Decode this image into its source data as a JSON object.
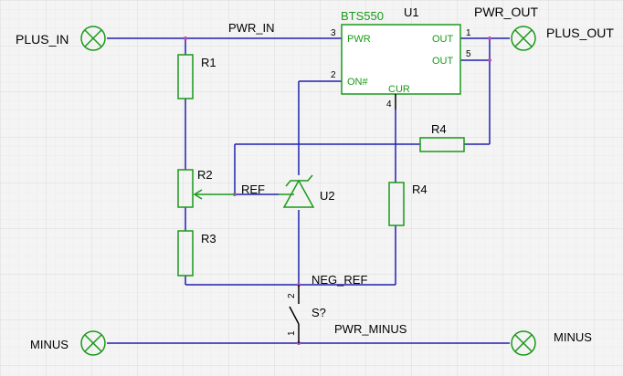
{
  "connectors": {
    "plus_in": "PLUS_IN",
    "plus_out": "PLUS_OUT",
    "minus_left": "MINUS",
    "minus_right": "MINUS"
  },
  "nets": {
    "pwr_in": "PWR_IN",
    "pwr_out": "PWR_OUT",
    "ref": "REF",
    "neg_ref": "NEG_REF",
    "pwr_minus": "PWR_MINUS"
  },
  "components": {
    "r1": "R1",
    "r2": "R2",
    "r3": "R3",
    "r4": "R4",
    "r4_vertical": "R4",
    "u2": "U2",
    "switch": "S?",
    "u1_ref": "U1",
    "u1_value": "BTS550"
  },
  "u1_pins": {
    "pwr": "PWR",
    "on": "ON#",
    "cur": "CUR",
    "out1": "OUT",
    "out2": "OUT",
    "n1": "1",
    "n2": "2",
    "n3": "3",
    "n4": "4",
    "n5": "5"
  },
  "switch_pins": {
    "p1": "1",
    "p2": "2"
  },
  "colors": {
    "background": "#f4f4f4",
    "grid": "#e2e2e2",
    "wire": "#2020b0",
    "component": "#1a9a1a",
    "junction": "#b050b0"
  }
}
